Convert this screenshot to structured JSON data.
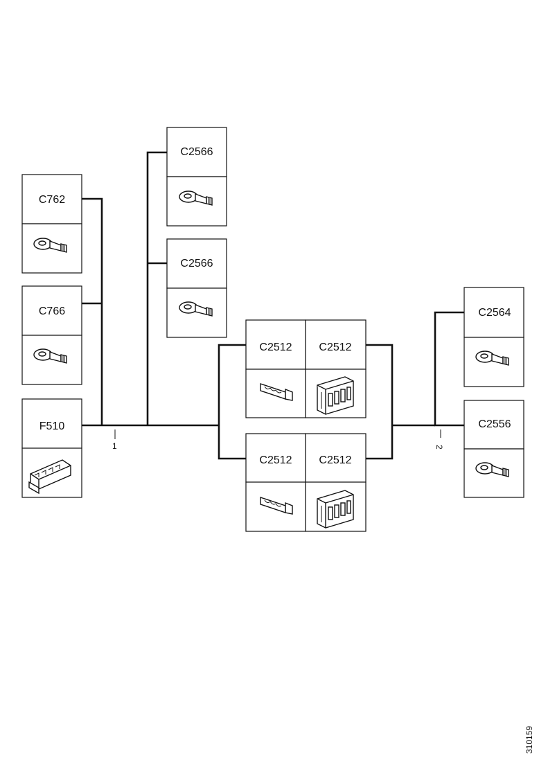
{
  "connectors": {
    "c762": "C762",
    "c766": "C766",
    "f510": "F510",
    "c2566_a": "C2566",
    "c2566_b": "C2566",
    "c2512_tl": "C2512",
    "c2512_tr": "C2512",
    "c2512_bl": "C2512",
    "c2512_br": "C2512",
    "c2564": "C2564",
    "c2556": "C2556"
  },
  "wire_labels": {
    "left": "1",
    "right": "2"
  },
  "figure_id": "310159",
  "icons": {
    "ring_terminal": "ring-terminal-icon",
    "fuse_block": "fuse-block-icon",
    "splice": "splice-icon",
    "multi_pin": "multi-pin-connector-icon"
  }
}
